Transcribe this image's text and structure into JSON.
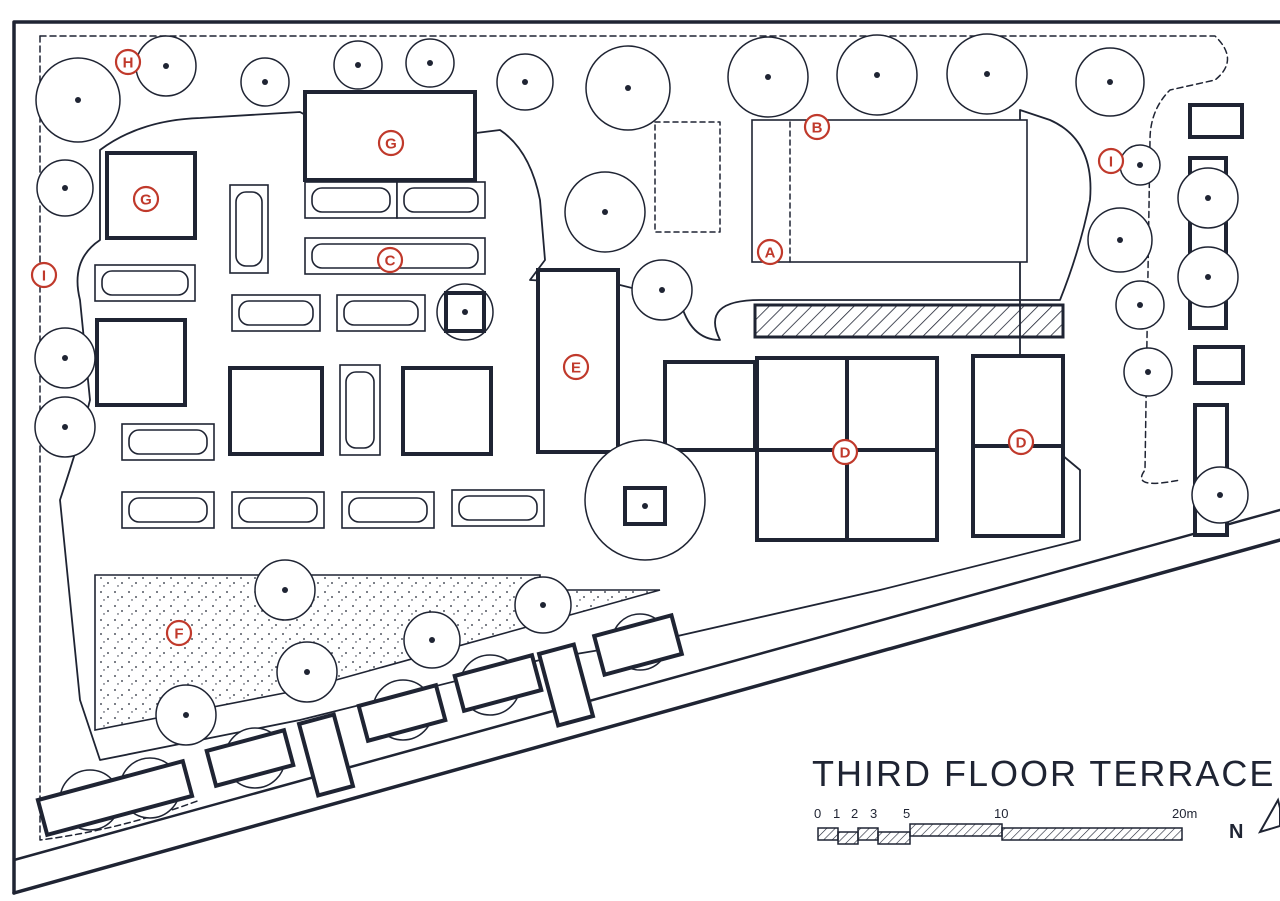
{
  "drawing": {
    "title": "THIRD FLOOR TERRACE",
    "north_label": "N",
    "scale_bar": {
      "unit": "m",
      "tick_labels": [
        "0",
        "1",
        "2",
        "3",
        "5",
        "10",
        "20m"
      ]
    },
    "legend_markers": [
      {
        "id": "marker-a",
        "label": "A"
      },
      {
        "id": "marker-b",
        "label": "B"
      },
      {
        "id": "marker-c",
        "label": "C"
      },
      {
        "id": "marker-d-left",
        "label": "D"
      },
      {
        "id": "marker-d-right",
        "label": "D"
      },
      {
        "id": "marker-e",
        "label": "E"
      },
      {
        "id": "marker-f",
        "label": "F"
      },
      {
        "id": "marker-g-top",
        "label": "G"
      },
      {
        "id": "marker-g-left",
        "label": "G"
      },
      {
        "id": "marker-h",
        "label": "H"
      },
      {
        "id": "marker-i-left",
        "label": "I"
      },
      {
        "id": "marker-i-right",
        "label": "I"
      }
    ],
    "colors": {
      "ink": "#1f2433",
      "marker": "#c0392b",
      "paper": "#ffffff"
    }
  }
}
